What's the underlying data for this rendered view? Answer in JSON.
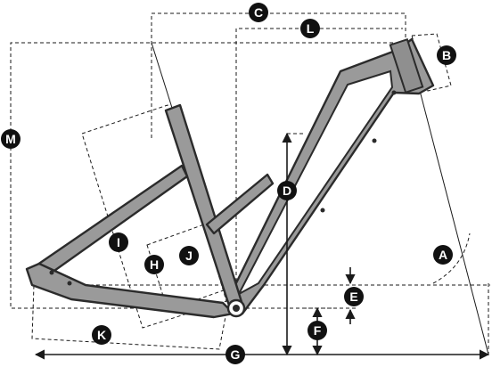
{
  "diagram": {
    "labels": {
      "A": "A",
      "B": "B",
      "C": "C",
      "D": "D",
      "E": "E",
      "F": "F",
      "G": "G",
      "H": "H",
      "I": "I",
      "J": "J",
      "K": "K",
      "L": "L",
      "M": "M"
    },
    "colors": {
      "frame_fill": "#9a9a9a",
      "frame_outline": "#2b2b2b",
      "lines": "#1a1a1a",
      "badge": "#111111",
      "badge_text": "#ffffff"
    }
  }
}
